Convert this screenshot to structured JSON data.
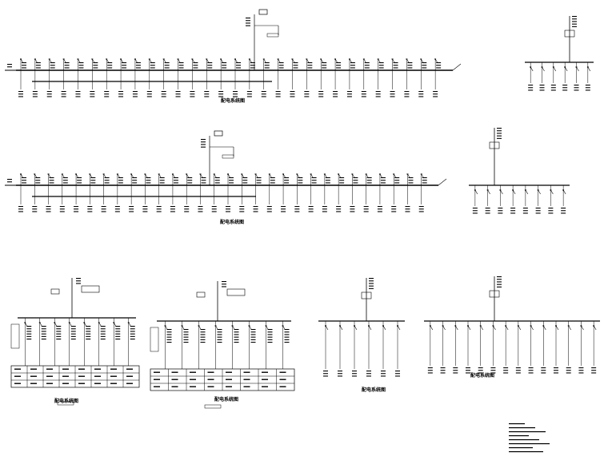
{
  "sheet": {
    "background": "#ffffff",
    "line_color": "#000000"
  },
  "panels": [
    {
      "id": "panel-1",
      "title": "配电系统图",
      "subtitle": "",
      "note": "",
      "branch_count": 30
    },
    {
      "id": "panel-2",
      "title": "",
      "subtitle": "",
      "note": "",
      "branch_count": 6
    },
    {
      "id": "panel-3",
      "title": "配电系统图",
      "subtitle": "",
      "note": "",
      "branch_count": 30
    },
    {
      "id": "panel-4",
      "title": "",
      "subtitle": "",
      "note": "",
      "branch_count": 8
    },
    {
      "id": "panel-5",
      "title": "配电系统图",
      "subtitle": "",
      "table_rows": 3,
      "table_cols": 8,
      "branch_count": 8
    },
    {
      "id": "panel-6",
      "title": "配电系统图",
      "subtitle": "",
      "table_rows": 3,
      "table_cols": 8,
      "branch_count": 8
    },
    {
      "id": "panel-7",
      "title": "配电系统图",
      "subtitle": "",
      "branch_count": 6
    },
    {
      "id": "panel-8",
      "title": "配电系统图",
      "subtitle": "",
      "branch_count": 14
    }
  ],
  "notes_block": {
    "title": "",
    "lines": 8
  }
}
